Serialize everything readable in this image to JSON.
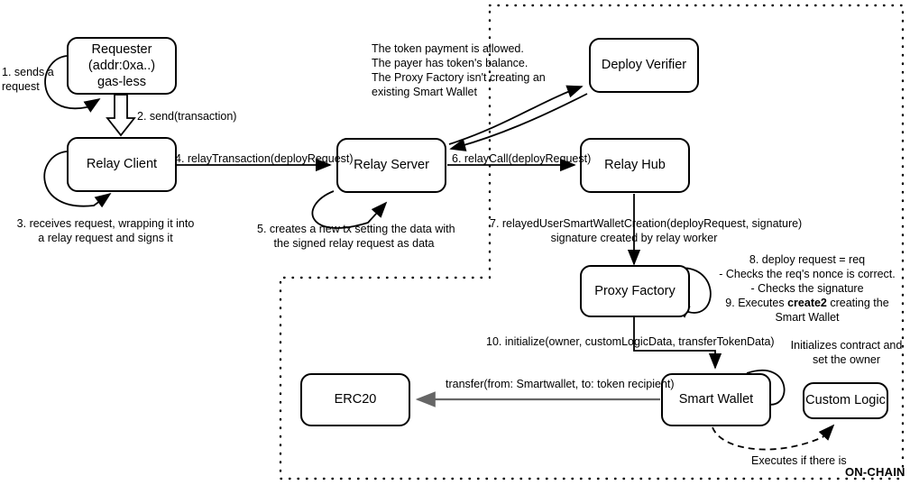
{
  "diagram": {
    "title_badge": "ON-CHAIN",
    "nodes": [
      {
        "id": "requester",
        "label": "Requester\n(addr:0xa..)\ngas-less"
      },
      {
        "id": "relay_client",
        "label": "Relay Client"
      },
      {
        "id": "relay_server",
        "label": "Relay Server"
      },
      {
        "id": "deploy_verifier",
        "label": "Deploy Verifier"
      },
      {
        "id": "relay_hub",
        "label": "Relay Hub"
      },
      {
        "id": "proxy_factory",
        "label": "Proxy Factory"
      },
      {
        "id": "smart_wallet",
        "label": "Smart Wallet"
      },
      {
        "id": "custom_logic",
        "label": "Custom Logic"
      },
      {
        "id": "erc20",
        "label": "ERC20"
      }
    ],
    "edge_labels": {
      "step1": "1. sends a\nrequest",
      "step2": "2. send(transaction)",
      "step3": "3. receives request, wrapping it into\na relay request and signs it",
      "step4": "4. relayTransaction(deployRequest)",
      "step5": "5. creates a new tx setting the data with\nthe signed relay request as data",
      "step6": "6. relayCall(deployRequest)",
      "step7": "7. relayedUserSmartWalletCreation(deployRequest, signature)\nsignature created by relay worker",
      "step10": "10. initialize(owner, customLogicData, transferTokenData)",
      "transfer": "transfer(from: Smartwallet, to: token recipient)",
      "executes_if": "Executes if there is"
    },
    "notes": {
      "verifier_checks": "The token payment is allowed.\nThe payer has token's balance.\nThe Proxy Factory isn't creating an\nexisting Smart Wallet",
      "factory_checks_line1": "8. deploy request = req",
      "factory_checks_line2": "- Checks the req's nonce is correct.",
      "factory_checks_line3": "- Checks the signature",
      "factory_checks_line4_pre": "9. Executes ",
      "factory_checks_line4_bold": "create2",
      "factory_checks_line4_post": " creating the",
      "factory_checks_line5": "Smart Wallet",
      "custom_logic_note": "Initializes contract and\nset the owner"
    },
    "colors": {
      "stroke": "#000000",
      "gray_arrow": "#666666",
      "background": "#ffffff",
      "boundary": "#000000"
    }
  }
}
